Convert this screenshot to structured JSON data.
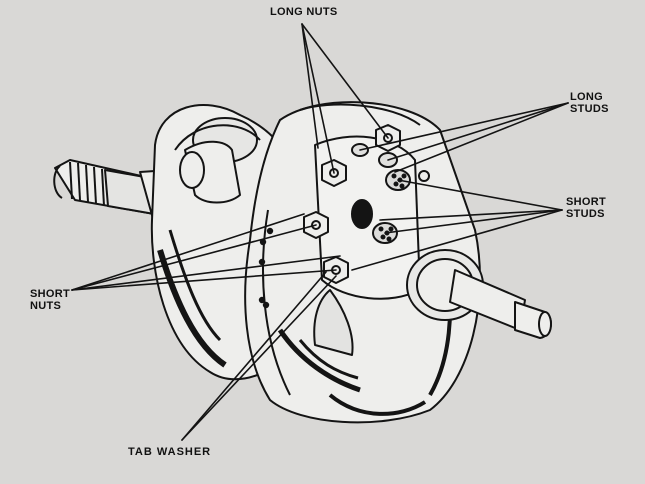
{
  "labels": {
    "long_nuts": "LONG NUTS",
    "long_studs": [
      "LONG",
      "STUDS"
    ],
    "short_studs": [
      "SHORT",
      "STUDS"
    ],
    "short_nuts": [
      "SHORT",
      "NUTS"
    ],
    "tab_washer": "TAB WASHER"
  },
  "colors": {
    "paper": "#d9d8d6",
    "ink": "#141414",
    "metal": "#eeeeec"
  }
}
